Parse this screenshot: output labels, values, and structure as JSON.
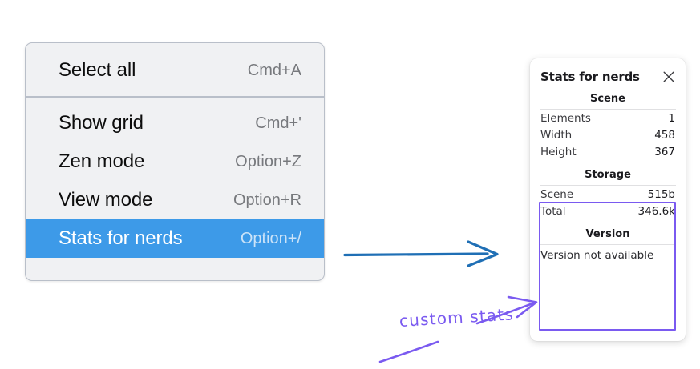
{
  "context_menu": {
    "groups": [
      {
        "items": [
          {
            "label": "Select all",
            "shortcut": "Cmd+A",
            "selected": false
          }
        ]
      },
      {
        "items": [
          {
            "label": "Show grid",
            "shortcut": "Cmd+'",
            "selected": false
          },
          {
            "label": "Zen mode",
            "shortcut": "Option+Z",
            "selected": false
          },
          {
            "label": "View mode",
            "shortcut": "Option+R",
            "selected": false
          },
          {
            "label": "Stats for nerds",
            "shortcut": "Option+/",
            "selected": true
          }
        ]
      }
    ],
    "highlight_color": "#3d9ae8",
    "background_color": "#f0f1f3"
  },
  "stats_panel": {
    "title": "Stats for nerds",
    "close_icon": "close-icon",
    "sections": [
      {
        "heading": "Scene",
        "rows": [
          {
            "key": "Elements",
            "value": "1"
          },
          {
            "key": "Width",
            "value": "458"
          },
          {
            "key": "Height",
            "value": "367"
          }
        ]
      },
      {
        "heading": "Storage",
        "rows": [
          {
            "key": "Scene",
            "value": "515b"
          },
          {
            "key": "Total",
            "value": "346.6k"
          }
        ]
      },
      {
        "heading": "Version",
        "text": "Version not available"
      }
    ]
  },
  "annotations": {
    "handwritten_label": "custom stats",
    "highlight_color": "#7a5af0",
    "arrow_color": "#1f6fb5"
  }
}
